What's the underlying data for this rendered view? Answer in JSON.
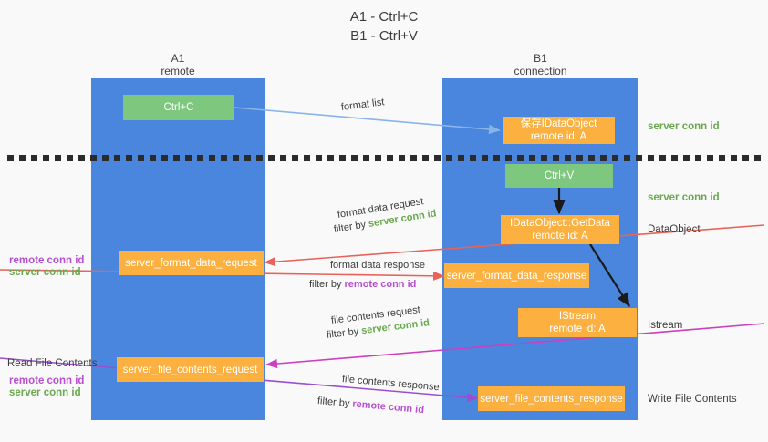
{
  "title": {
    "line1": "A1 - Ctrl+C",
    "line2": "B1 - Ctrl+V"
  },
  "columns": [
    {
      "name": "A1",
      "sub": "remote"
    },
    {
      "name": "B1",
      "sub": "connection"
    }
  ],
  "colors": {
    "lane": "#4a86de",
    "node_green": "#7ec77e",
    "node_orange": "#fbb040",
    "server_conn_id": "#6aa84f",
    "remote_conn_id": "#b84fd0",
    "arrow_blue": "#8ab4e8",
    "arrow_red": "#e8625a",
    "arrow_magenta": "#cc3fbf",
    "arrow_purple": "#9a4fd0",
    "arrow_black": "#1a1a1a",
    "divider": "#2b2b2b"
  },
  "nodes": {
    "ctrl_c": {
      "label": "Ctrl+C"
    },
    "save_dataobject": {
      "line1": "保存IDataObject",
      "line2": "remote id: A"
    },
    "ctrl_v": {
      "label": "Ctrl+V"
    },
    "getdata": {
      "line1": "IDataObject::GetData",
      "line2": "remote id: A"
    },
    "istream": {
      "line1": "IStream",
      "line2": "remote id: A"
    },
    "server_format_data_request": {
      "label": "server_format_data_request"
    },
    "server_format_data_response": {
      "label": "server_format_data_response"
    },
    "server_file_contents_request": {
      "label": "server_file_contents_request"
    },
    "server_file_contents_response": {
      "label": "server_file_contents_response"
    }
  },
  "right_notes": {
    "server_conn_id_top": "server conn id",
    "server_conn_id_mid": "server conn id",
    "dataobject": "DataObject",
    "istream": "Istream",
    "write_file_contents": "Write File Contents"
  },
  "left_notes": {
    "format_remote": "remote conn id",
    "format_server": "server conn id",
    "read_file_contents": "Read File Contents",
    "file_remote": "remote conn id",
    "file_server": "server conn id"
  },
  "edges": {
    "format_list": "format list",
    "format_data_request": "format data request",
    "format_data_request_filter_prefix": "filter by ",
    "format_data_request_filter_value": "server conn id",
    "format_data_response": "format data response",
    "format_data_response_filter_prefix": "filter by ",
    "format_data_response_filter_value": "remote conn id",
    "file_contents_request": "file contents request",
    "file_contents_request_filter_prefix": "filter by ",
    "file_contents_request_filter_value": "server conn id",
    "file_contents_response": "file contents response",
    "file_contents_response_filter_prefix": "filter by ",
    "file_contents_response_filter_value": "remote conn id"
  }
}
